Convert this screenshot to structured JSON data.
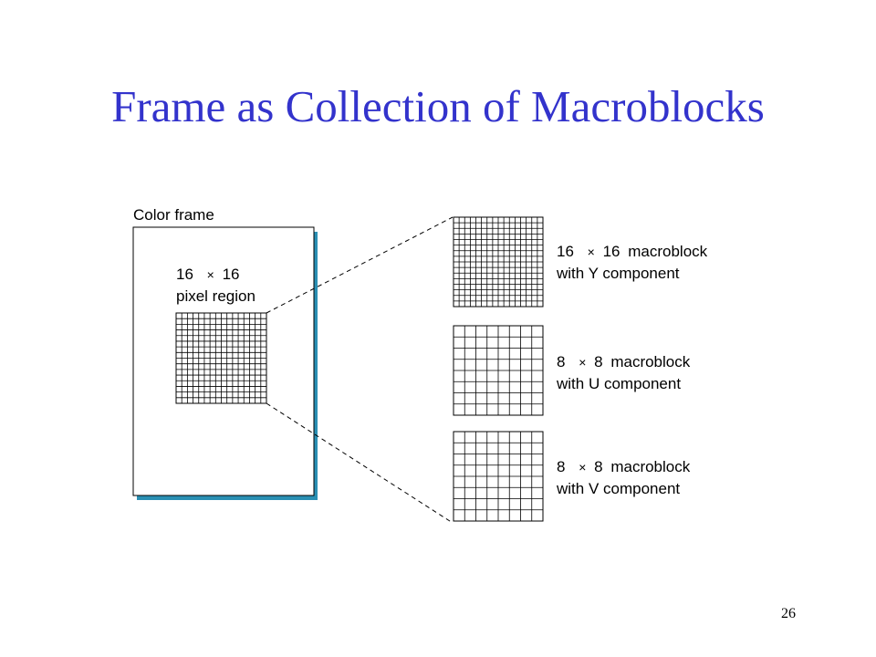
{
  "slide": {
    "title": "Frame as Collection of Macroblocks",
    "page_number": "26"
  },
  "diagram": {
    "frame_label": "Color frame",
    "pixel_region": {
      "size": "16",
      "times": "×",
      "size2": "16",
      "label": "pixel region",
      "grid_cells": 16
    },
    "macroblocks": [
      {
        "size": "16",
        "times": "×",
        "size2": "16",
        "word": "macroblock",
        "component": "with Y component",
        "grid_cells": 16
      },
      {
        "size": "8",
        "times": "×",
        "size2": "8",
        "word": "macroblock",
        "component": "with U component",
        "grid_cells": 8
      },
      {
        "size": "8",
        "times": "×",
        "size2": "8",
        "word": "macroblock",
        "component": "with V component",
        "grid_cells": 8
      }
    ],
    "colors": {
      "title": "#3333cc",
      "frame_shadow": "#2a8fb3",
      "lines": "#000000"
    }
  }
}
